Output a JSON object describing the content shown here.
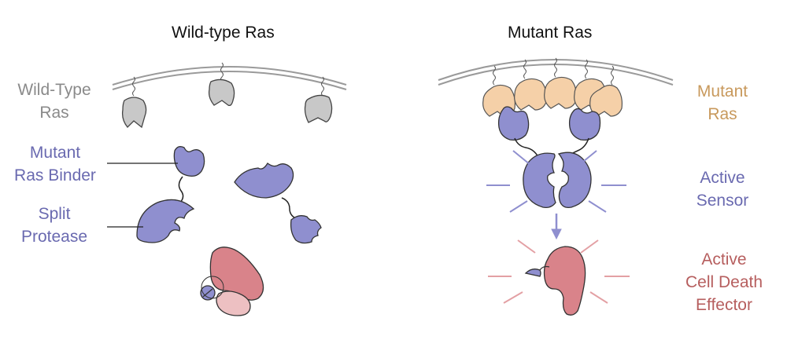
{
  "panels": {
    "left": {
      "title": "Wild-type Ras",
      "labels": {
        "wild_type_ras": [
          "Wild-Type",
          "Ras"
        ],
        "mutant_ras_binder": [
          "Mutant",
          "Ras Binder"
        ],
        "split_protease": [
          "Split",
          "Protease"
        ]
      }
    },
    "right": {
      "title": "Mutant Ras",
      "labels": {
        "mutant_ras": [
          "Mutant",
          "Ras"
        ],
        "active_sensor": [
          "Active",
          "Sensor"
        ],
        "active_effector": [
          "Active",
          "Cell Death",
          "Effector"
        ]
      }
    }
  },
  "colors": {
    "wild_type_ras": "#c8c8c8",
    "mutant_ras": "#f5d0a8",
    "binder_protease": "#8f8fcf",
    "effector": "#d9838a",
    "effector_light": "#edc0c2",
    "membrane": "#9a9a9a",
    "grey_text": "#8a8a8a",
    "orange_text": "#c8995c",
    "purple_text": "#6a6ab0",
    "red_text": "#b65e5e"
  }
}
